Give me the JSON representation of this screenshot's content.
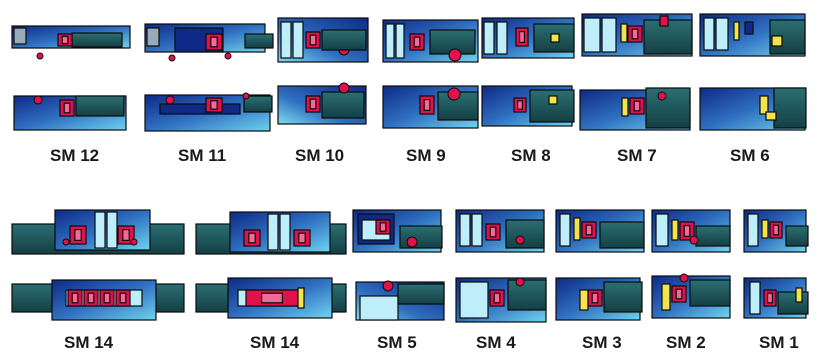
{
  "figure": {
    "row1_labels": [
      "SM 12",
      "SM 11",
      "SM 10",
      "SM 9",
      "SM 8",
      "SM 7",
      "SM 6"
    ],
    "row2_labels": [
      "SM 14",
      "SM 14",
      "SM 5",
      "SM 4",
      "SM 3",
      "SM 2",
      "SM 1"
    ]
  },
  "colors": {
    "dark_teal": "#1e5a5e",
    "steel_blue": "#2f6fc0",
    "navy": "#0e2a86",
    "light_cyan": "#6fd3ef",
    "pale_cyan": "#bfeefb",
    "red_part": "#e0114b",
    "pink_part": "#f06b9a",
    "yellow_part": "#f2e44a",
    "outline": "#0b0b0b"
  },
  "icons": [
    "sealing-module-diagram"
  ]
}
